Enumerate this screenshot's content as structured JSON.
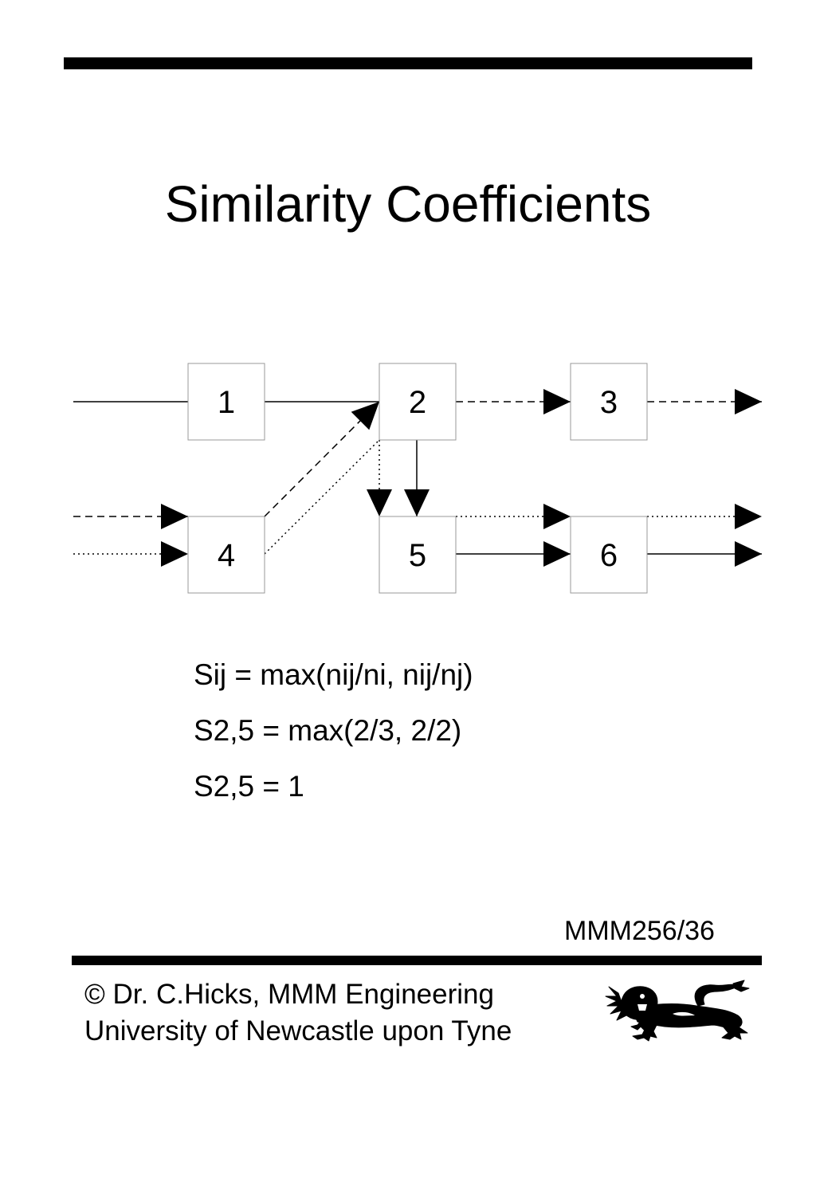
{
  "slide": {
    "title": "Similarity Coefficients",
    "reference": "MMM256/36"
  },
  "diagram": {
    "nodes": [
      {
        "id": "1",
        "label": "1"
      },
      {
        "id": "2",
        "label": "2"
      },
      {
        "id": "3",
        "label": "3"
      },
      {
        "id": "4",
        "label": "4"
      },
      {
        "id": "5",
        "label": "5"
      },
      {
        "id": "6",
        "label": "6"
      }
    ],
    "routes": [
      {
        "style": "solid",
        "path": [
          "in",
          "1",
          "2",
          "5",
          "6",
          "out"
        ]
      },
      {
        "style": "dashed",
        "path": [
          "in",
          "4",
          "2",
          "3",
          "out"
        ]
      },
      {
        "style": "dotted",
        "path": [
          "in",
          "4",
          "2",
          "5",
          "6",
          "out"
        ]
      }
    ]
  },
  "formulas": [
    "Sij = max(nij/ni, nij/nj)",
    "S2,5 = max(2/3, 2/2)",
    "S2,5 = 1"
  ],
  "footer": {
    "line1": "© Dr. C.Hicks, MMM Engineering",
    "line2": "University of Newcastle upon Tyne"
  }
}
